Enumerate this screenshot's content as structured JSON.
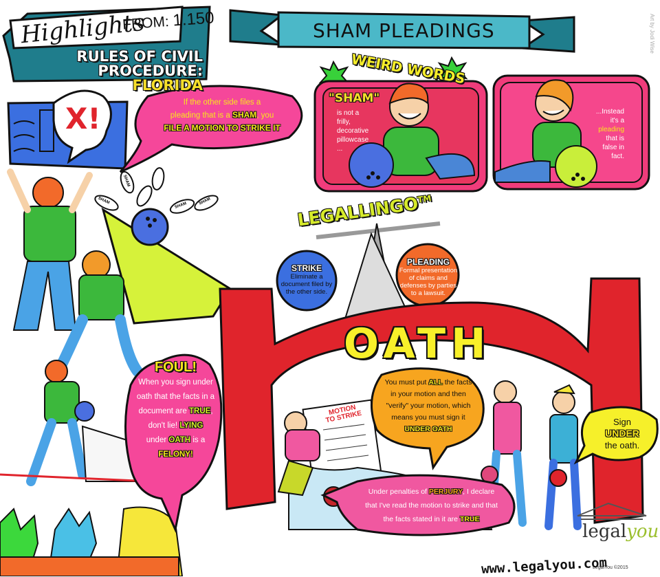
{
  "header": {
    "highlights": "Highlights",
    "from_label": "FROM:",
    "rule_number": "1.150",
    "rules_line1": "RULES OF CIVIL",
    "rules_line2": "PROCEDURE:",
    "rules_state": "FLORIDA"
  },
  "banner": {
    "title": "SHAM PLEADINGS"
  },
  "credit": "Art by Jodi Wise",
  "weird_words": {
    "title": "WEIRD WORDS",
    "left_word": "\"SHAM\"",
    "left_lines": [
      "is not a",
      "frilly,",
      "decorative",
      "pillowcase",
      "..."
    ],
    "right_lines": [
      "...Instead",
      "it's a",
      "pleading",
      "that is",
      "false in",
      "fact."
    ]
  },
  "top_bubble": {
    "line1": "If the other side files a",
    "line2_pre": "pleading that is a",
    "line2_kw": "SHAM",
    "line2_post": ", you",
    "line3": "FILE A MOTION TO STRIKE IT"
  },
  "scoreboard": {
    "mark": "X!"
  },
  "pins": [
    "SHAM",
    "SHAM",
    "SHAM",
    "SHAM"
  ],
  "legal_lingo": {
    "title": "LEGALLINGO",
    "tm": "TM",
    "strike": {
      "title": "STRIKE",
      "body": "Eliminate a document filed by the other side."
    },
    "pleading": {
      "title": "PLEADING",
      "body": "Formal presentation of claims and defenses by parties to a lawsuit."
    }
  },
  "oath_word": "OATH",
  "foul": {
    "title": "FOUL!",
    "l1": "When you sign under",
    "l2": "oath that the facts in a",
    "l3_pre": "document are",
    "l3_kw": "TRUE",
    "l3_post": ",",
    "l4_pre": "don't lie!",
    "l4_kw": "LYING",
    "l5_pre": "under",
    "l5_kw": "OATH",
    "l5_post": "is a",
    "l6_kw": "FELONY!"
  },
  "motion_sign": {
    "line1": "MOTION",
    "line2": "TO STRIKE"
  },
  "orange_bubble": {
    "l1_pre": "You must put",
    "l1_kw": "ALL",
    "l1_post": "the facts",
    "l2": "in your motion and then",
    "l3": "\"verify\" your motion, which",
    "l4": "means you must sign it",
    "l5_kw": "UNDER OATH"
  },
  "sign_bubble": {
    "l1": "Sign",
    "l2_kw": "UNDER",
    "l3": "the oath."
  },
  "perjury_bubble": {
    "l1_pre": "Under penalties of",
    "l1_kw": "PERJURY",
    "l1_post": ", I declare",
    "l2": "that I've read the motion to strike and that",
    "l3_pre": "the facts stated in it are",
    "l3_kw": "TRUE"
  },
  "footer": {
    "url": "www.legalyou.com",
    "logo_a": "legal",
    "logo_b": "you",
    "copyright": "LegalYou ©2015"
  }
}
